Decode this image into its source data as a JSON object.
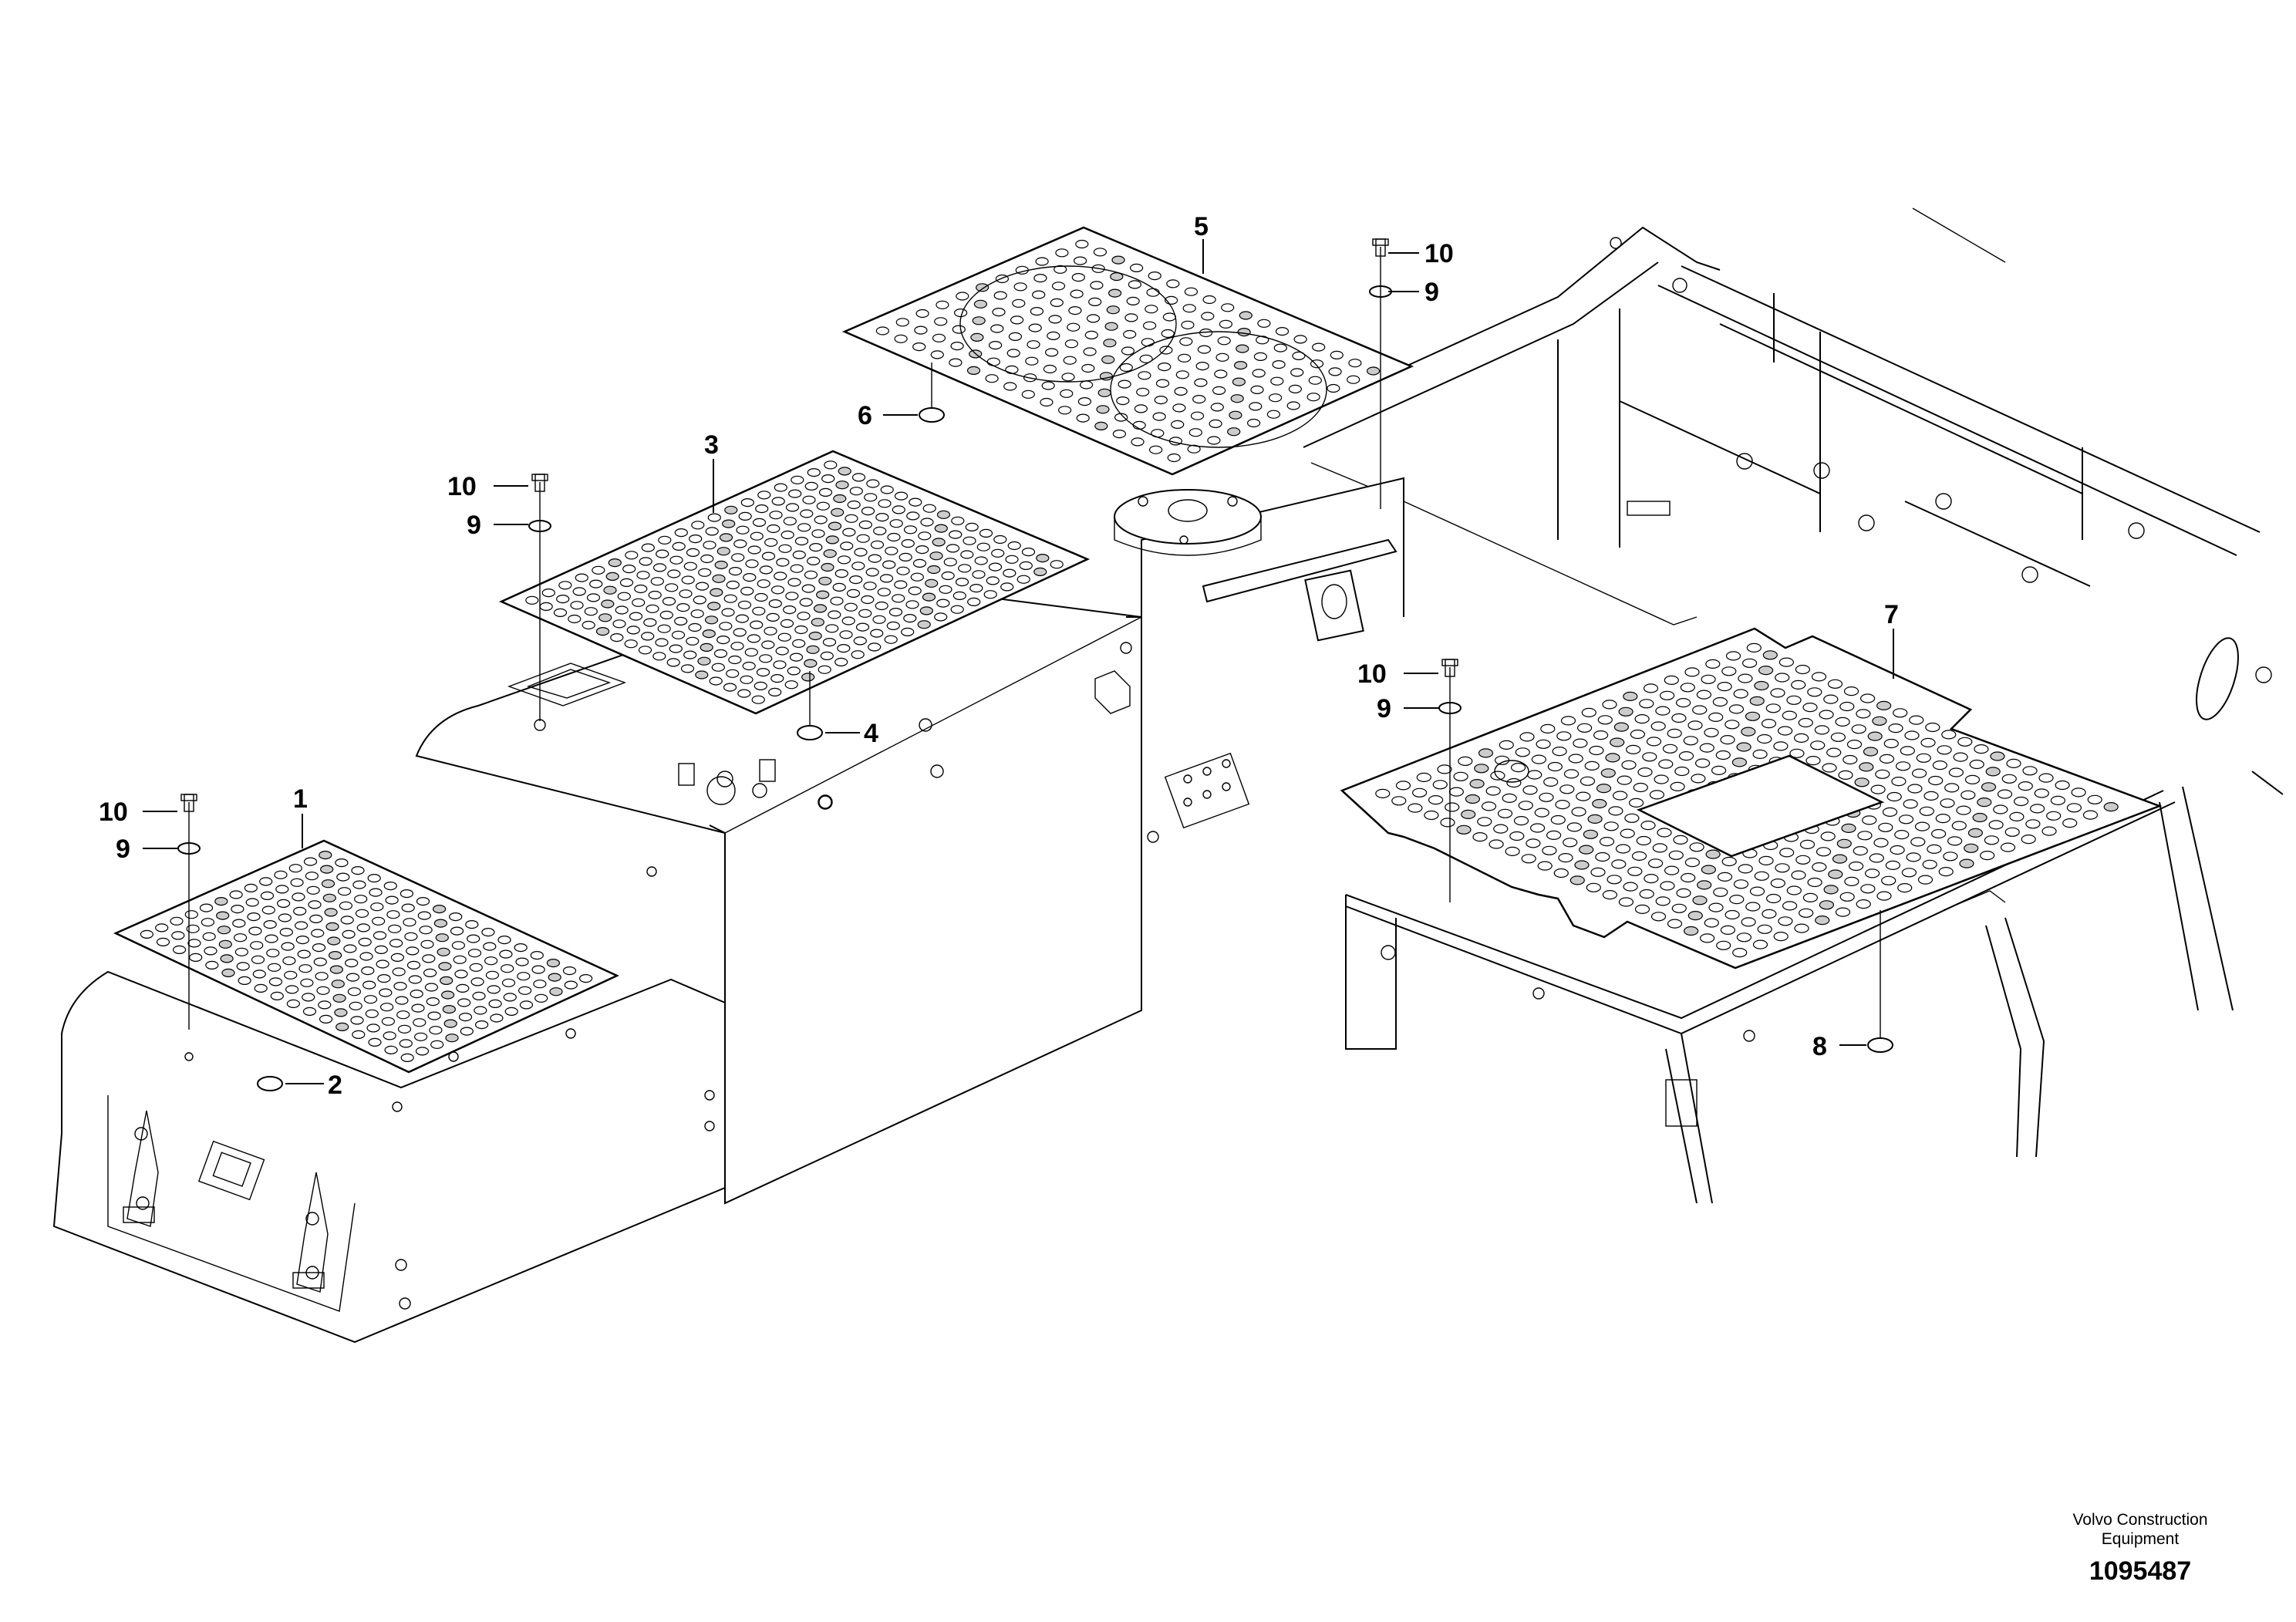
{
  "callouts": [
    {
      "id": "1",
      "text": "1"
    },
    {
      "id": "2",
      "text": "2"
    },
    {
      "id": "3",
      "text": "3"
    },
    {
      "id": "4",
      "text": "4"
    },
    {
      "id": "5",
      "text": "5"
    },
    {
      "id": "6",
      "text": "6"
    },
    {
      "id": "7",
      "text": "7"
    },
    {
      "id": "8",
      "text": "8"
    },
    {
      "id": "9a",
      "text": "9"
    },
    {
      "id": "9b",
      "text": "9"
    },
    {
      "id": "9c",
      "text": "9"
    },
    {
      "id": "9d",
      "text": "9"
    },
    {
      "id": "10a",
      "text": "10"
    },
    {
      "id": "10b",
      "text": "10"
    },
    {
      "id": "10c",
      "text": "10"
    },
    {
      "id": "10d",
      "text": "10"
    }
  ],
  "footer": {
    "company_line1": "Volvo Construction",
    "company_line2": "Equipment",
    "drawing_number": "1095487"
  }
}
